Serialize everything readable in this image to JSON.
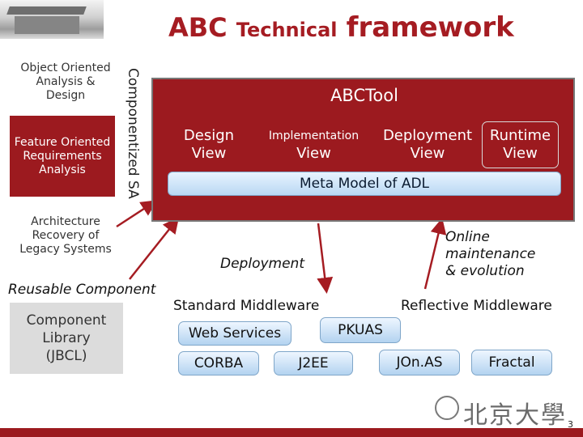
{
  "title": {
    "word1": "ABC",
    "word2": "Technical",
    "word3": "framework"
  },
  "left_column": {
    "ooad": "Object Oriented Analysis & Design",
    "feature": "Feature Oriented Requirements Analysis",
    "architecture_recovery": "Architecture Recovery of Legacy Systems",
    "side_label": "Componentized SA",
    "reusable_component": "Reusable Component",
    "library": "Component Library (JBCL)"
  },
  "tool": {
    "name": "ABCTool",
    "views": {
      "design": "Design View",
      "implementation_top": "Implementation",
      "implementation_bottom": "View",
      "deployment_top": "Deployment",
      "deployment_bottom": "View",
      "runtime": "Runtime View"
    },
    "meta_model": "Meta Model of ADL"
  },
  "labels": {
    "deployment": "Deployment",
    "online": "Online maintenance & evolution"
  },
  "middleware": {
    "standard": "Standard Middleware",
    "reflective": "Reflective Middleware",
    "web_services": "Web Services",
    "pkuas": "PKUAS",
    "corba": "CORBA",
    "j2ee": "J2EE",
    "jonas": "JOn.AS",
    "fractal": "Fractal"
  },
  "page_number": "3",
  "colors": {
    "brand_red": "#9c1a1f",
    "title_red": "#a51c22",
    "box_blue": "#b9d8f3"
  }
}
